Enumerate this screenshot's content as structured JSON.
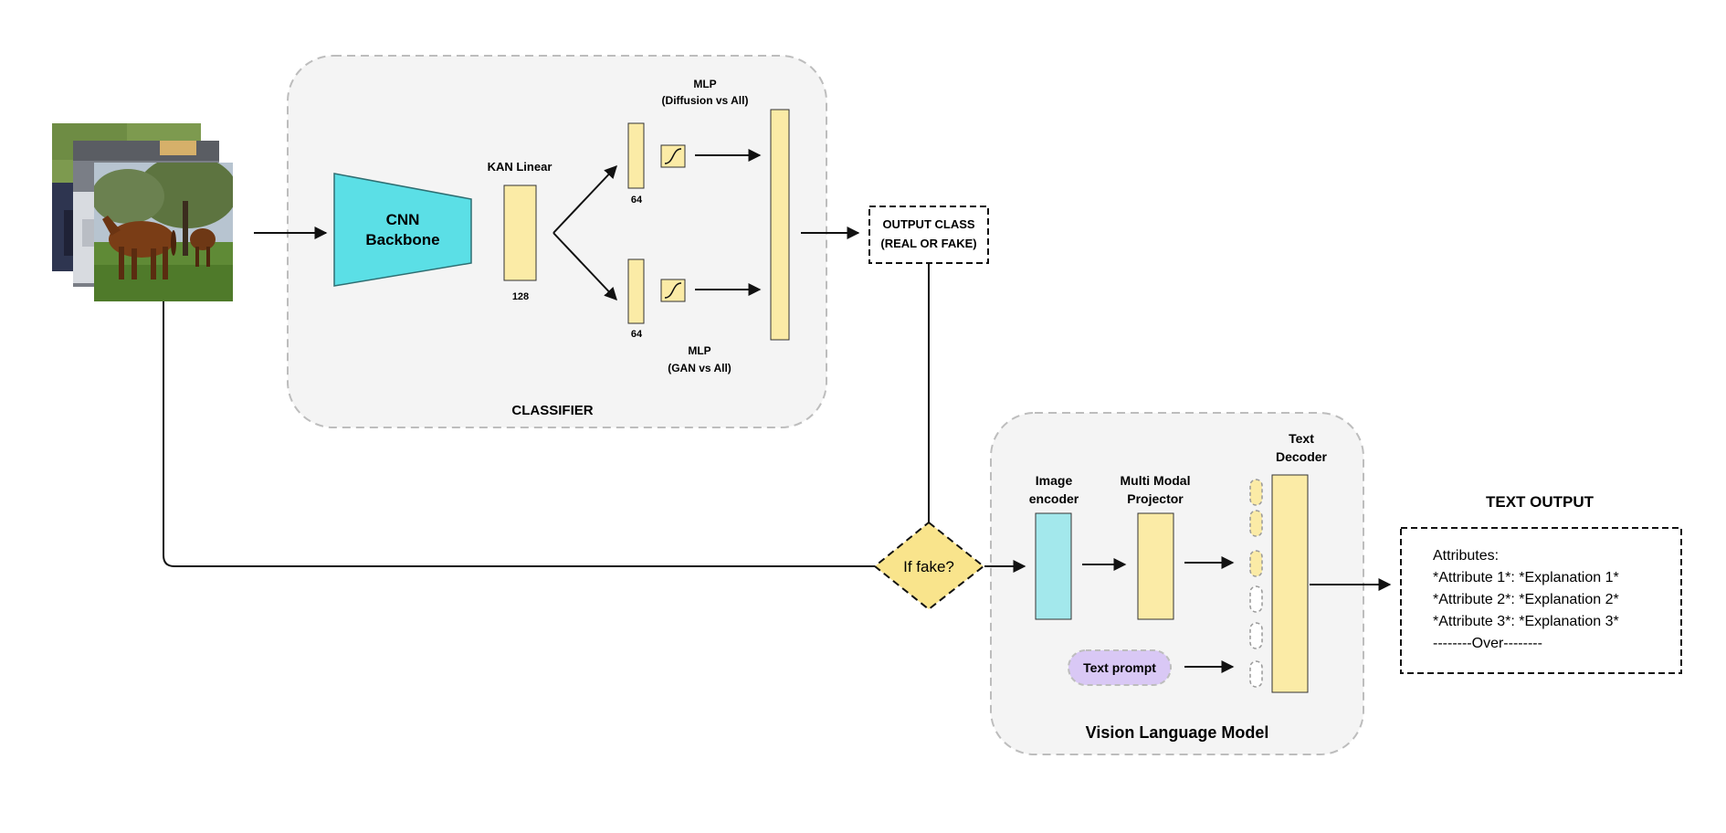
{
  "classifier": {
    "title": "CLASSIFIER",
    "cnn_line1": "CNN",
    "cnn_line2": "Backbone",
    "kan_label": "KAN Linear",
    "kan_dim": "128",
    "branch_top_dim": "64",
    "branch_bottom_dim": "64",
    "mlp_top_line1": "MLP",
    "mlp_top_line2": "(Diffusion vs All)",
    "mlp_bottom_line1": "MLP",
    "mlp_bottom_line2": "(GAN vs All)"
  },
  "output_class": {
    "line1": "OUTPUT CLASS",
    "line2": "(REAL OR FAKE)"
  },
  "decision": {
    "label": "If fake?"
  },
  "vlm": {
    "title": "Vision Language Model",
    "image_encoder_line1": "Image",
    "image_encoder_line2": "encoder",
    "projector_line1": "Multi Modal",
    "projector_line2": "Projector",
    "decoder_line1": "Text",
    "decoder_line2": "Decoder",
    "text_prompt": "Text prompt"
  },
  "text_output": {
    "title": "TEXT OUTPUT",
    "lines": [
      "Attributes:",
      "*Attribute 1*: *Explanation 1*",
      "*Attribute 2*: *Explanation 2*",
      "*Attribute 3*: *Explanation 3*",
      "--------Over--------"
    ]
  },
  "colors": {
    "cyan": "#5bdfe6",
    "light_cyan": "#a3e8ec",
    "yellow": "#fbeba6",
    "diamond": "#f9e48c",
    "lavender": "#d9c8f5",
    "panel": "#f4f4f4",
    "panel_border": "#bdbdbd"
  },
  "icons": {
    "input_images": "image-stack-icon",
    "activation": "sigmoid-icon"
  }
}
